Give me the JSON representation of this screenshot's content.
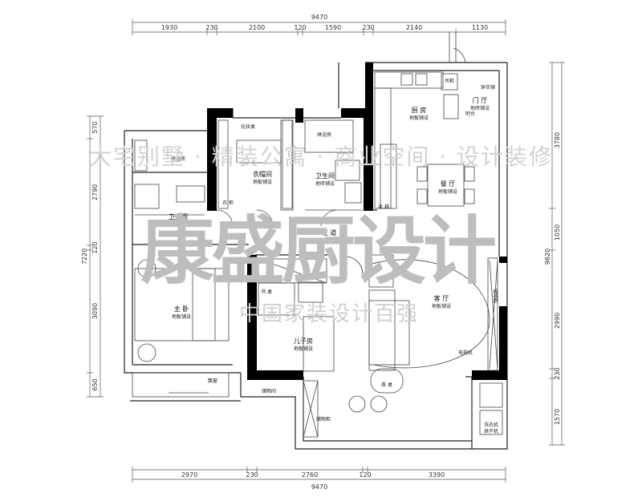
{
  "dimensions": {
    "top_total": "9470",
    "top": [
      "1930",
      "230",
      "2100",
      "120",
      "1590",
      "230",
      "2140",
      "1130"
    ],
    "bottom_total": "9470",
    "bottom": [
      "2970",
      "230",
      "2760",
      "120",
      "3390"
    ],
    "left_total": "7220",
    "left": [
      "570",
      "2790",
      "120",
      "3090",
      "650"
    ],
    "right_total": "9620",
    "right": [
      "3780",
      "1050",
      "2990",
      "230",
      "1570"
    ]
  },
  "rooms": {
    "kitchen": {
      "name": "厨 房",
      "floor": "地板铺设"
    },
    "foyer": {
      "name": "门 厅",
      "floor": "地砖铺设"
    },
    "dining": {
      "name": "餐 厅",
      "floor": "地板铺设"
    },
    "closet": {
      "name": "衣帽间",
      "floor": "地板铺设"
    },
    "bath2": {
      "name": "卫生间",
      "floor": "地砖铺设"
    },
    "bath1": {
      "name": "卫生间",
      "floor": "地砖铺设"
    },
    "corridor": {
      "name": "过 道",
      "floor": "地板铺设"
    },
    "master": {
      "name": "主 卧",
      "floor": "地板铺设"
    },
    "son": {
      "name": "儿子房",
      "floor": "地板铺设"
    },
    "living": {
      "name": "客 厅",
      "floor": "地板铺设"
    }
  },
  "labels": {
    "shower1": "淋浴房",
    "shower2": "淋浴房",
    "vanity": "化妆桌",
    "wardrobe": "衣 柜",
    "fridge": "冰 箱",
    "hanger": "吊柜",
    "shoe": "穿衣镜",
    "counter": "吧台",
    "bay": "飘窗",
    "storage": "储物间",
    "desk": "书 桌",
    "tea": "茶 桌",
    "tv": "电视机",
    "cabinet1": "储物柜",
    "cabinet2": "储物柜",
    "washer": "洗衣机",
    "dryer": "烘干机"
  },
  "watermark": {
    "line1": "大宅别墅 · 精装公寓 · 商业空间 · 设计装修",
    "brand": "康盛厨设计",
    "line3": "中国家装设计百强"
  },
  "colors": {
    "wall": "#000000",
    "line": "#333333",
    "watermark": "#bdbdbd"
  }
}
